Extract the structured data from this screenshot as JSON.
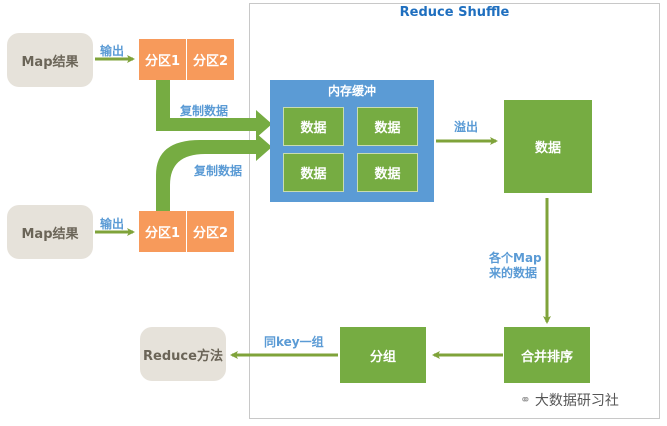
{
  "title": "Reduce Shuffle",
  "map_results": [
    {
      "label": "Map结果",
      "output_label": "输出",
      "partitions": [
        "分区1",
        "分区2"
      ]
    },
    {
      "label": "Map结果",
      "output_label": "输出",
      "partitions": [
        "分区1",
        "分区2"
      ]
    }
  ],
  "copy_labels": [
    "复制数据",
    "复制数据"
  ],
  "memory_buffer": {
    "title": "内存缓冲",
    "items": [
      "数据",
      "数据",
      "数据",
      "数据"
    ]
  },
  "spill_label": "溢出",
  "spilled_data": "数据",
  "merge_label": "各个Map\n来的数据",
  "merge_label_lines": [
    "各个Map",
    "来的数据"
  ],
  "merge_sort": "合并排序",
  "group": "分组",
  "group_label": "同key一组",
  "reduce_method": "Reduce方法",
  "watermark": "大数据研习社",
  "colors": {
    "green": "#76ac42",
    "arrow_green": "#7fa33a",
    "orange": "#f79a5b",
    "blue": "#5b9bd5",
    "title_blue": "#1f6fbf",
    "beige": "#e6e2da"
  }
}
